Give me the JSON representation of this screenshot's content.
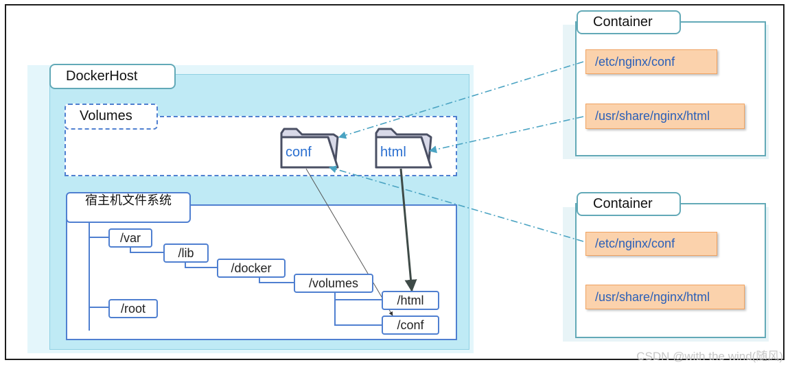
{
  "dockerhost": {
    "title": "DockerHost"
  },
  "volumes": {
    "title": "Volumes",
    "folders": [
      "conf",
      "html"
    ]
  },
  "hostfs": {
    "title": "宿主机文件系统",
    "paths": [
      "/var",
      "/lib",
      "/docker",
      "/volumes",
      "/html",
      "/conf",
      "/root"
    ]
  },
  "containers": [
    {
      "title": "Container",
      "paths": [
        "/etc/nginx/conf",
        "/usr/share/nginx/html"
      ]
    },
    {
      "title": "Container",
      "paths": [
        "/etc/nginx/conf",
        "/usr/share/nginx/html"
      ]
    }
  ],
  "watermark": "CSDN @with the wind(随风)",
  "colors": {
    "teal": "#62a9b7",
    "blue": "#4f7fd0",
    "orange": "#fbd2ac",
    "dash": "#4aa3c2"
  }
}
